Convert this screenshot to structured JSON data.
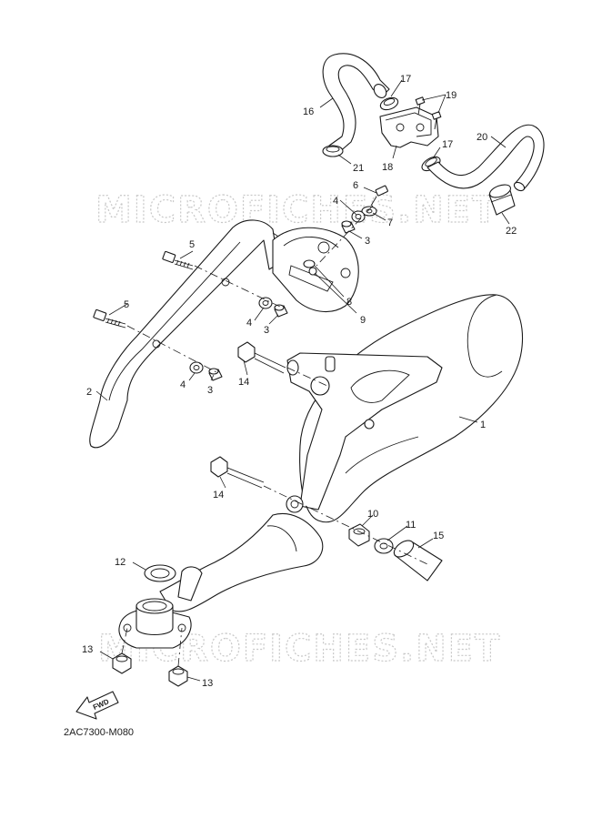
{
  "watermark": "MICROFICHES.NET",
  "diagram_code": "2AC7300-M080",
  "fwd_label": "FWD",
  "callouts": {
    "c1": "1",
    "c2": "2",
    "c3a": "3",
    "c3b": "3",
    "c3c": "3",
    "c4a": "4",
    "c4b": "4",
    "c4c": "4",
    "c5a": "5",
    "c5b": "5",
    "c6": "6",
    "c7": "7",
    "c8": "8",
    "c9": "9",
    "c10": "10",
    "c11": "11",
    "c12": "12",
    "c13a": "13",
    "c13b": "13",
    "c14a": "14",
    "c14b": "14",
    "c15": "15",
    "c16": "16",
    "c17a": "17",
    "c17b": "17",
    "c18": "18",
    "c19": "19",
    "c20": "20",
    "c21": "21",
    "c22": "22"
  }
}
